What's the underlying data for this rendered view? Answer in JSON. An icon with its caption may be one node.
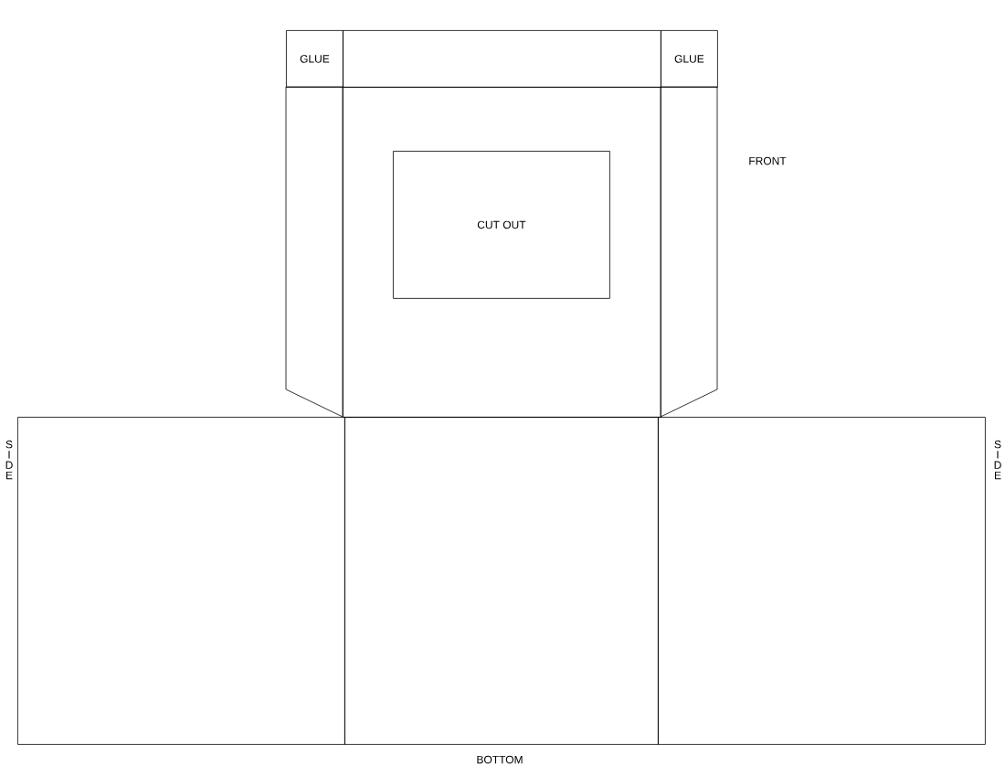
{
  "diagram": {
    "nodes": [
      {
        "text": [
          "GLUE"
        ]
      },
      {
        "text": [],
        "shape": "box"
      },
      {
        "text": [
          "GLUE"
        ]
      },
      {
        "text": [],
        "shape": "trapezoid"
      },
      {
        "text": [],
        "shape": "box"
      },
      {
        "text": [
          "CUT OUT"
        ],
        "in": 4
      },
      {
        "text": [],
        "shape": "box",
        "beside": [
          "SIDE"
        ]
      },
      {
        "text": [],
        "shape": "box",
        "beside": [
          "BOTTOM"
        ]
      },
      {
        "text": [],
        "shape": "box",
        "beside": [
          "SIDE"
        ]
      },
      {
        "text": [],
        "shape": "trapezoid"
      }
    ],
    "labels": [
      "FRONT"
    ]
  }
}
